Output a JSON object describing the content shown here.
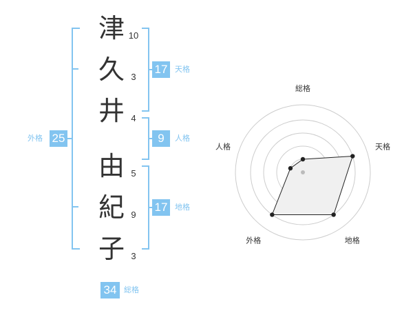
{
  "name": {
    "characters": [
      {
        "char": "津",
        "strokes": "10"
      },
      {
        "char": "久",
        "strokes": "3"
      },
      {
        "char": "井",
        "strokes": "4"
      },
      {
        "char": "由",
        "strokes": "5"
      },
      {
        "char": "紀",
        "strokes": "9"
      },
      {
        "char": "子",
        "strokes": "3"
      }
    ]
  },
  "scores": {
    "tenkaku": {
      "value": "17",
      "label": "天格"
    },
    "jinkaku": {
      "value": "9",
      "label": "人格"
    },
    "chikaku": {
      "value": "17",
      "label": "地格"
    },
    "gaikaku": {
      "value": "25",
      "label": "外格"
    },
    "soukaku": {
      "value": "34",
      "label": "総格"
    }
  },
  "radar": {
    "axes": [
      "総格",
      "天格",
      "地格",
      "外格",
      "人格"
    ],
    "levels": [
      1,
      4,
      4,
      4,
      1
    ],
    "max": 5,
    "colors": {
      "fill": "#f0f0f0",
      "stroke": "#222222",
      "grid": "#cccccc",
      "brand": "#82c4f0"
    }
  }
}
